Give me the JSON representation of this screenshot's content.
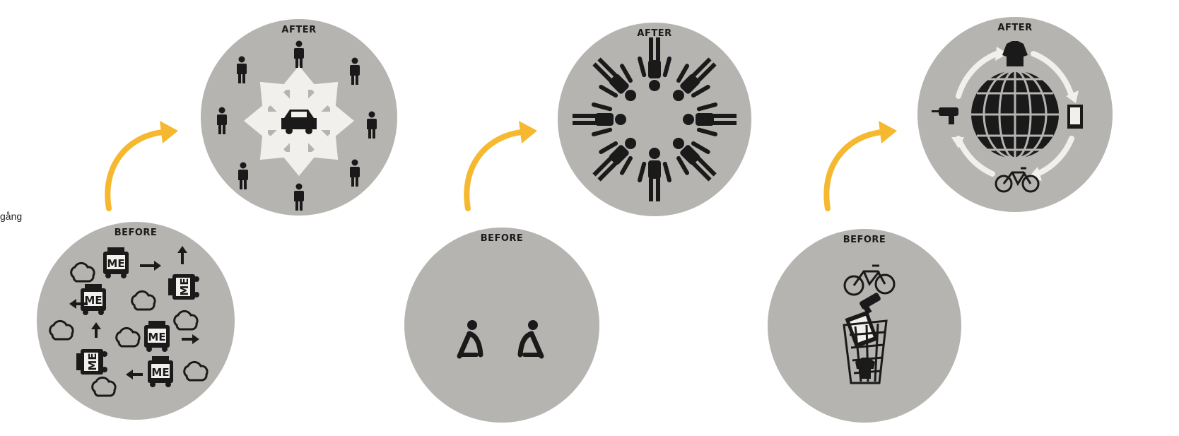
{
  "edge_text": "gång",
  "panels": [
    {
      "before_label": "BEFORE",
      "after_label": "AFTER",
      "before_icon": "cars-labeled-me-icon",
      "after_icon": "shared-car-icon",
      "car_label": "ME"
    },
    {
      "before_label": "BEFORE",
      "after_label": "AFTER",
      "before_icon": "isolated-people-icon",
      "after_icon": "people-circle-icon"
    },
    {
      "before_label": "BEFORE",
      "after_label": "AFTER",
      "before_icon": "trash-bin-objects-icon",
      "after_icon": "globe-sharing-icon"
    }
  ],
  "colors": {
    "circle": "#b6b4b1",
    "arrow": "#f5b82e",
    "icon": "#1a1a1a",
    "light_arrow": "#f2f0ec"
  }
}
